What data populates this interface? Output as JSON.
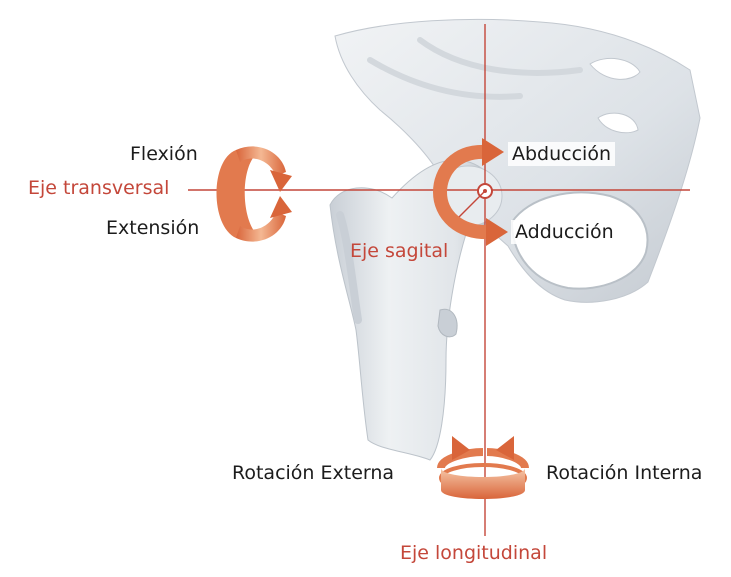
{
  "labels": {
    "flexion": "Flexión",
    "extension": "Extensión",
    "eje_transversal": "Eje transversal",
    "abduccion": "Abducción",
    "aduccion": "Adducción",
    "eje_sagital": "Eje sagital",
    "rotacion_externa": "Rotación  Externa",
    "rotacion_interna": "Rotación Interna",
    "eje_longitudinal": "Eje longitudinal"
  },
  "colors": {
    "axis_red": "#c4473a",
    "arrow_orange": "#e27a4e",
    "arrow_light": "#f3b48f",
    "bone": "#e4e8ec",
    "bone_shadow": "#b9c0c7",
    "text_dark": "#1c1c1c"
  },
  "icons": {
    "flexion_extension": "curved-rotation-arrow-icon",
    "abduction_adduction": "curved-arc-arrow-icon",
    "rotation": "horizontal-rotation-ring-icon",
    "center": "axis-center-circle-icon"
  }
}
